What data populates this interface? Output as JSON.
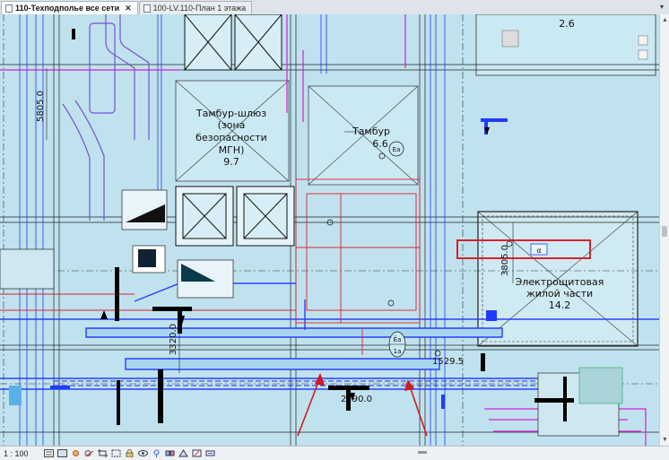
{
  "tabs": [
    {
      "label": "110-Техподполье все сети",
      "close": "✕",
      "active": true
    },
    {
      "label": "100-LV.110-План 1 этажа",
      "active": false
    }
  ],
  "tab_menu_glyph": "▾",
  "status": {
    "scale": "1 : 100"
  },
  "drawing": {
    "room1": {
      "line1": "Тамбур-шлюз",
      "line2": "(зона",
      "line3": "безопасности",
      "line4": "МГН)",
      "number": "9.7"
    },
    "room2": {
      "name": "Тамбур",
      "number": "6.6",
      "tag": "Еа"
    },
    "room3": {
      "line1": "Электрощитовая",
      "line2": "жилой части",
      "number": "14.2"
    },
    "top_right_number": "2.6",
    "dims": {
      "d1": "5805.0",
      "d2": "3320.0",
      "d3": "1529.5",
      "d4": "2790.0",
      "d5": "3805.0"
    },
    "tag2": {
      "top": "Ёа",
      "bottom": "1а"
    },
    "equip_letter": "α"
  },
  "colors": {
    "background": "#bfe2ee",
    "blue_pipe": "#1f3bff",
    "magenta": "#d41fd4",
    "red": "#e0202e",
    "black": "#000000",
    "room_fill": "#c9e8f2"
  }
}
